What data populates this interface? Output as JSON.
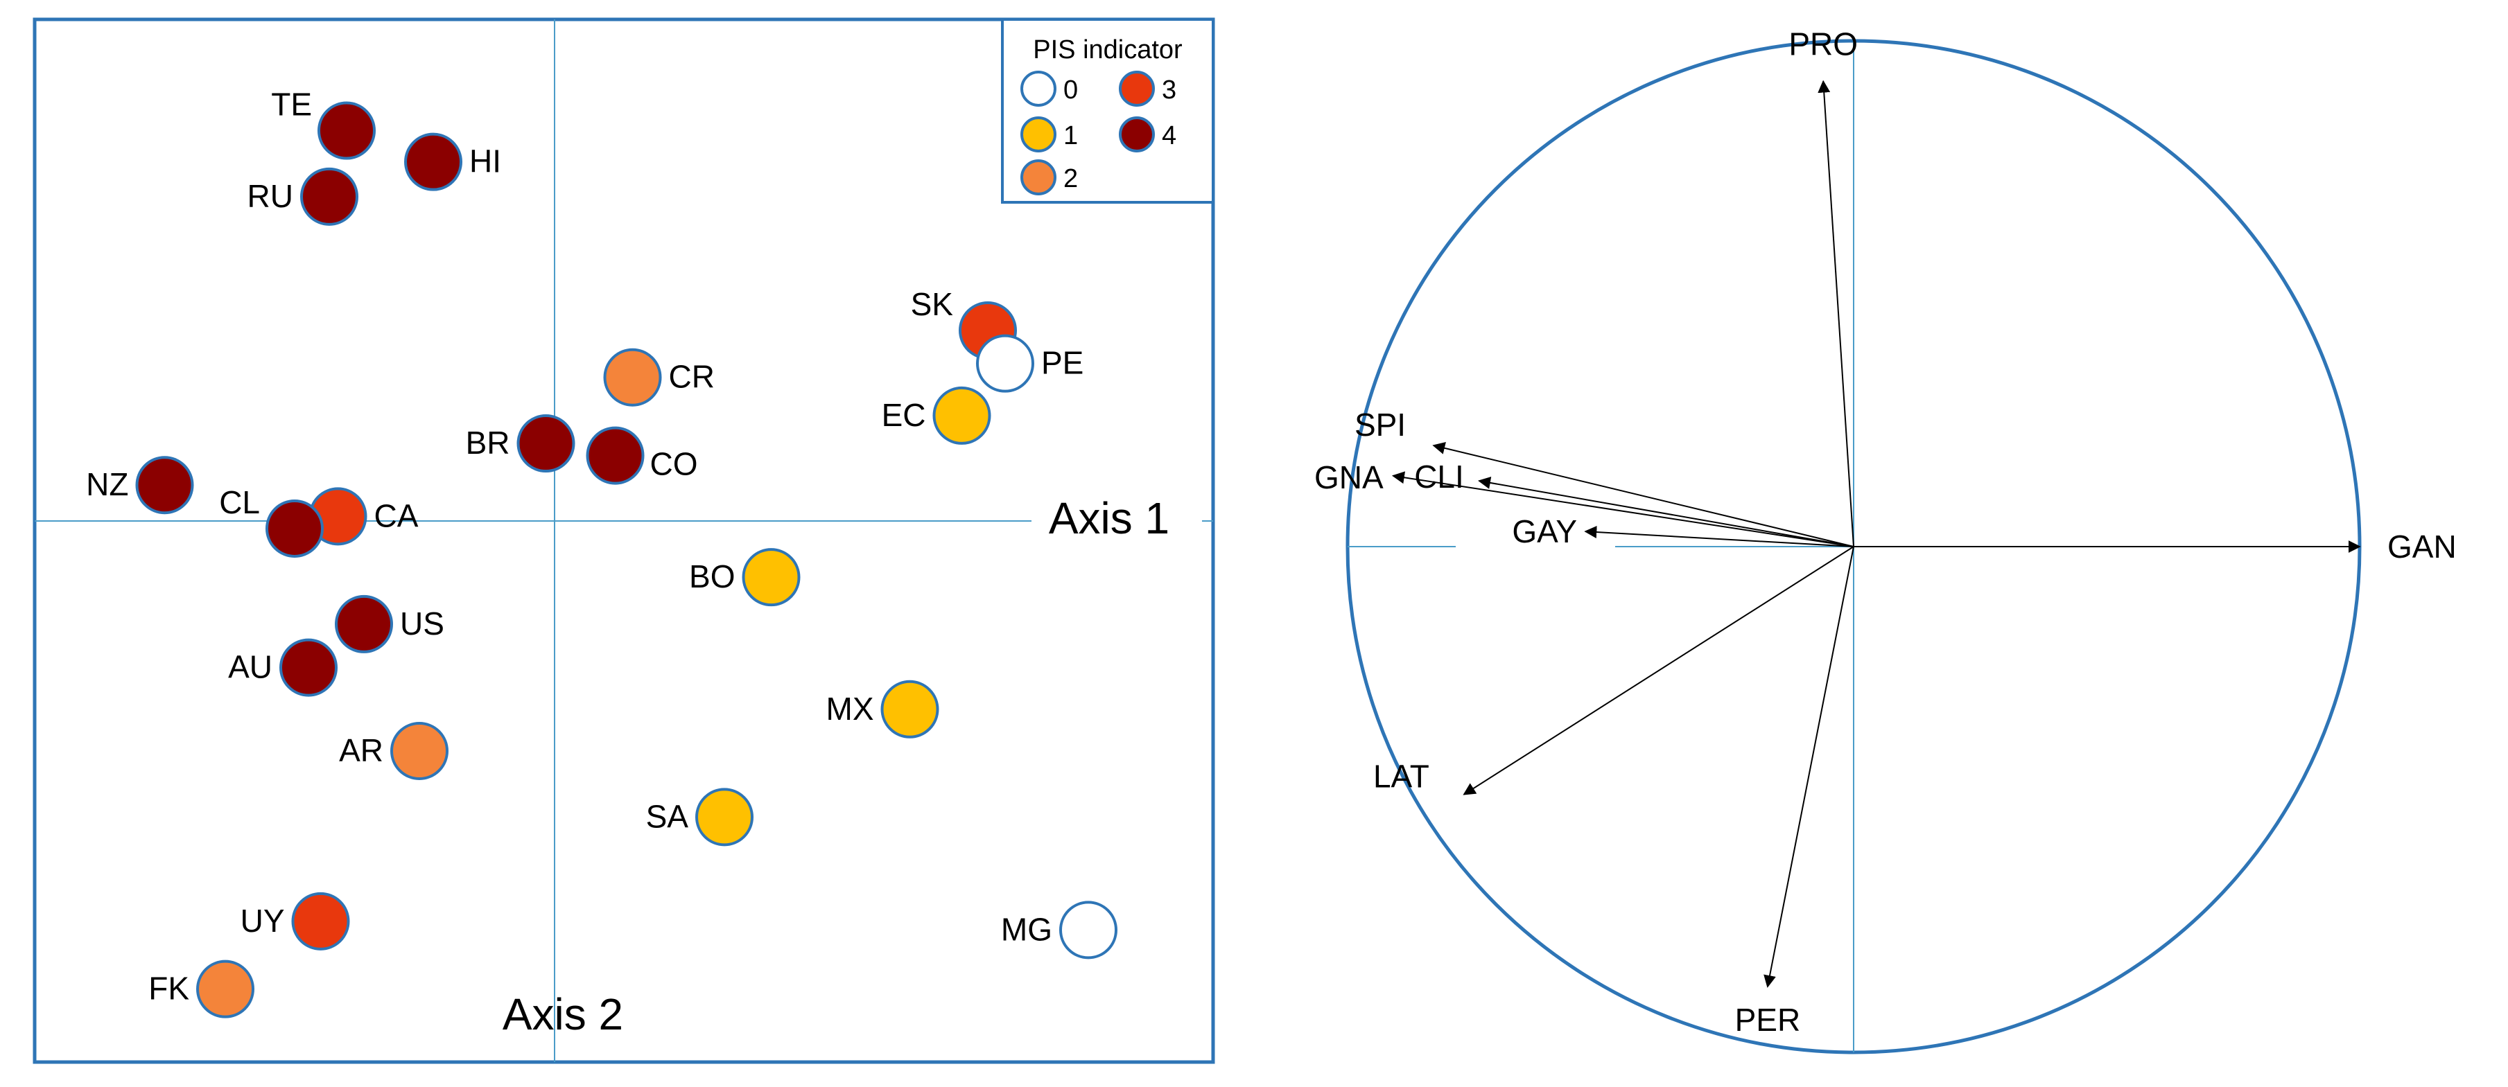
{
  "chart_data": [
    {
      "type": "scatter",
      "title": "",
      "xlabel": "Axis 1",
      "ylabel": "Axis 2",
      "xlim": [
        -3.0,
        3.8
      ],
      "ylim": [
        -3.0,
        3.0
      ],
      "grid": false,
      "legend": {
        "title": "PIS indicator",
        "placement": "top-right",
        "entries": [
          {
            "label": "0",
            "level": 0
          },
          {
            "label": "3",
            "level": 3
          },
          {
            "label": "1",
            "level": 1
          },
          {
            "label": "4",
            "level": 4
          },
          {
            "label": "2",
            "level": 2
          }
        ]
      },
      "colors": {
        "0": "#ffffff",
        "1": "#ffc000",
        "2": "#f4843a",
        "3": "#e8380d",
        "4": "#8b0000",
        "marker_edge": "#2e75b6",
        "axis_line": "#4a9cc8",
        "frame": "#2e75b6"
      },
      "points": [
        {
          "label": "TE",
          "x": -1.2,
          "y": 2.36,
          "level": 4
        },
        {
          "label": "HI",
          "x": -0.7,
          "y": 2.18,
          "level": 4
        },
        {
          "label": "RU",
          "x": -1.3,
          "y": 1.98,
          "level": 4
        },
        {
          "label": "SK",
          "x": 2.5,
          "y": 1.21,
          "level": 3
        },
        {
          "label": "PE",
          "x": 2.6,
          "y": 1.02,
          "level": 0
        },
        {
          "label": "CR",
          "x": 0.45,
          "y": 0.94,
          "level": 2
        },
        {
          "label": "EC",
          "x": 2.35,
          "y": 0.72,
          "level": 1
        },
        {
          "label": "BR",
          "x": -0.05,
          "y": 0.56,
          "level": 4
        },
        {
          "label": "CO",
          "x": 0.35,
          "y": 0.49,
          "level": 4
        },
        {
          "label": "NZ",
          "x": -2.25,
          "y": 0.32,
          "level": 4
        },
        {
          "label": "CA",
          "x": -1.25,
          "y": 0.14,
          "level": 3
        },
        {
          "label": "CL",
          "x": -1.5,
          "y": 0.07,
          "level": 4
        },
        {
          "label": "BO",
          "x": 1.25,
          "y": -0.21,
          "level": 1
        },
        {
          "label": "US",
          "x": -1.1,
          "y": -0.48,
          "level": 4
        },
        {
          "label": "AU",
          "x": -1.42,
          "y": -0.73,
          "level": 4
        },
        {
          "label": "MX",
          "x": 2.05,
          "y": -0.97,
          "level": 1
        },
        {
          "label": "AR",
          "x": -0.78,
          "y": -1.21,
          "level": 2
        },
        {
          "label": "SA",
          "x": 0.98,
          "y": -1.59,
          "level": 1
        },
        {
          "label": "UY",
          "x": -1.35,
          "y": -2.19,
          "level": 3
        },
        {
          "label": "MG",
          "x": 3.08,
          "y": -2.24,
          "level": 0
        },
        {
          "label": "FK",
          "x": -1.9,
          "y": -2.58,
          "level": 2
        }
      ]
    },
    {
      "type": "correlation-circle",
      "title": "",
      "xlim": [
        -1.0,
        1.0
      ],
      "ylim": [
        -1.0,
        1.0
      ],
      "circle_color": "#2e75b6",
      "axis_color": "#4a9cc8",
      "vectors": [
        {
          "label": "PRO",
          "x": -0.06,
          "y": 0.92
        },
        {
          "label": "GAN",
          "x": 1.0,
          "y": 0.0
        },
        {
          "label": "SPI",
          "x": -0.83,
          "y": 0.2
        },
        {
          "label": "CLI",
          "x": -0.74,
          "y": 0.13
        },
        {
          "label": "GNA",
          "x": -0.91,
          "y": 0.14
        },
        {
          "label": "GAY",
          "x": -0.53,
          "y": 0.03
        },
        {
          "label": "LAT",
          "x": -0.77,
          "y": -0.49
        },
        {
          "label": "PER",
          "x": -0.17,
          "y": -0.87
        }
      ]
    }
  ]
}
